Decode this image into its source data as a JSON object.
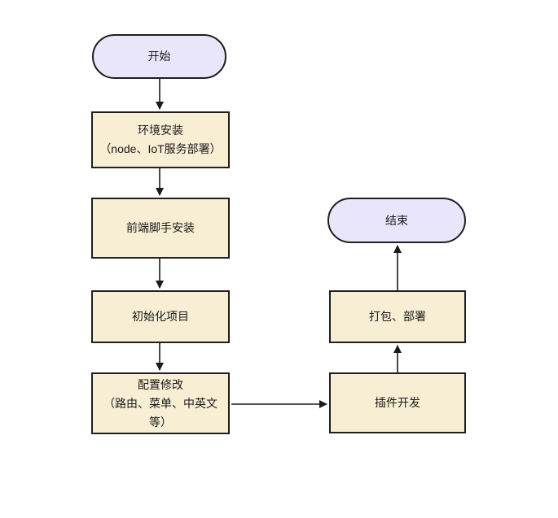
{
  "diagram": {
    "type": "flowchart",
    "background_color": "#ffffff",
    "process_fill_color": "#f8eed4",
    "terminal_fill_color": "#e9e5fa",
    "border_color": "#1f1f1f",
    "arrow_color": "#1a1a1a",
    "nodes": {
      "start": {
        "label": "开始",
        "shape": "rounded-terminal"
      },
      "env": {
        "label": "环境安装\n（node、IoT服务部署）",
        "shape": "process"
      },
      "scaffold": {
        "label": "前端脚手安装",
        "shape": "process"
      },
      "init": {
        "label": "初始化项目",
        "shape": "process"
      },
      "config": {
        "label": "配置修改\n（路由、菜单、中英文\n等）",
        "shape": "process"
      },
      "plugin": {
        "label": "插件开发",
        "shape": "process"
      },
      "package": {
        "label": "打包、部署",
        "shape": "process"
      },
      "end": {
        "label": "结束",
        "shape": "rounded-terminal"
      }
    },
    "edges": [
      {
        "from": "start",
        "to": "env",
        "direction": "down"
      },
      {
        "from": "env",
        "to": "scaffold",
        "direction": "down"
      },
      {
        "from": "scaffold",
        "to": "init",
        "direction": "down"
      },
      {
        "from": "init",
        "to": "config",
        "direction": "down"
      },
      {
        "from": "config",
        "to": "plugin",
        "direction": "right"
      },
      {
        "from": "plugin",
        "to": "package",
        "direction": "up"
      },
      {
        "from": "package",
        "to": "end",
        "direction": "up"
      }
    ]
  }
}
